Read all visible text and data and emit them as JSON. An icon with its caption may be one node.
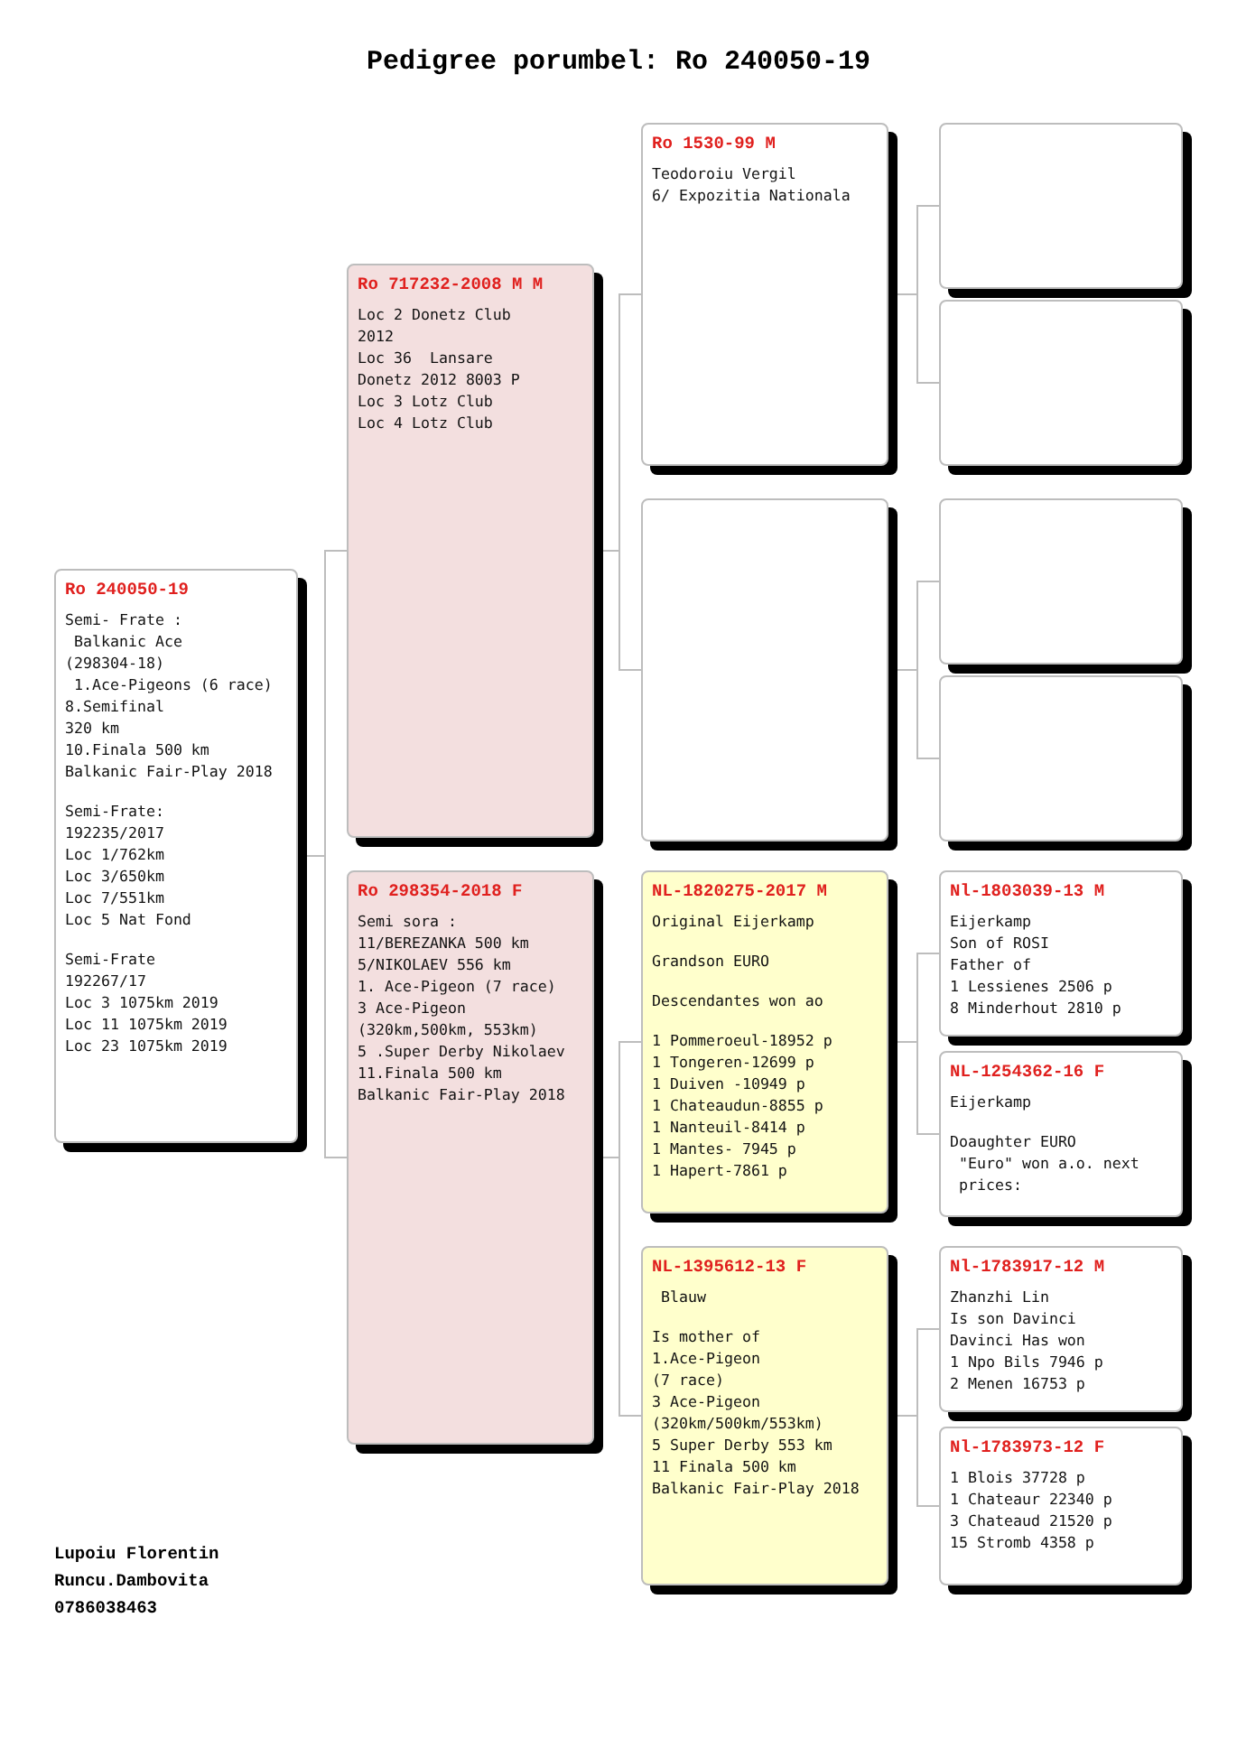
{
  "diagram": {
    "title": "Pedigree porumbel: Ro 240050-19",
    "nodes": [
      {
        "text": [
          "Ro 240050-19",
          "Semi- Frate :",
          "Balkanic Ace",
          "(298304-18)",
          "1.Ace-Pigeons (6 race)",
          "8.Semifinal",
          "320 km",
          "10.Finala 500 km",
          "Balkanic Fair-Play 2018",
          "Semi-Frate:",
          "192235/2017",
          "Loc 1/762km",
          "Loc 3/650km",
          "Loc 7/551km",
          "Loc 5 Nat Fond",
          "Semi-Frate",
          "192267/17",
          "Loc 3 1075km 2019",
          "Loc 11 1075km 2019",
          "Loc 23 1075km 2019"
        ]
      },
      {
        "text": [
          "Ro 717232-2008 M M",
          "Loc 2 Donetz Club",
          "2012",
          "Loc 36  Lansare",
          "Donetz 2012 8003 P",
          "Loc 3 Lotz Club",
          "Loc 4 Lotz Club"
        ]
      },
      {
        "text": [
          "Ro 298354-2018 F",
          "Semi sora :",
          "11/BEREZANKA 500 km",
          "5/NIKOLAEV 556 km",
          "1. Ace-Pigeon (7 race)",
          "3 Ace-Pigeon (320km,500km, 553km)",
          "5 .Super Derby Nikolaev",
          "11.Finala 500 km",
          "Balkanic Fair-Play 2018"
        ]
      },
      {
        "text": [
          "Ro 1530-99 M",
          "Teodoroiu Vergil",
          "6/ Expozitia Nationala"
        ]
      },
      {
        "text": [],
        "shape": "box"
      },
      {
        "text": [
          "NL-1820275-2017 M",
          "Original Eijerkamp",
          "Grandson EURO",
          "Descendantes won ao",
          "1 Pommeroeul-18952 p",
          "1 Tongeren-12699 p",
          "1 Duiven -10949 p",
          "1 Chateaudun-8855 p",
          "1 Nanteuil-8414 p",
          "1 Mantes- 7945 p",
          "1 Hapert-7861 p"
        ]
      },
      {
        "text": [
          "NL-1395612-13 F",
          "Blauw",
          "Is mother of",
          "1.Ace-Pigeon",
          "(7 race)",
          "3 Ace-Pigeon",
          "(320km/500km/553km)",
          "5 Super Derby 553 km",
          "11 Finala 500 km",
          "Balkanic Fair-Play 2018"
        ]
      },
      {
        "text": [],
        "shape": "box"
      },
      {
        "text": [],
        "shape": "box"
      },
      {
        "text": [],
        "shape": "box"
      },
      {
        "text": [],
        "shape": "box"
      },
      {
        "text": [
          "Nl-1803039-13 M",
          "Eijerkamp",
          "Son of ROSI",
          "Father of",
          "1 Lessienes 2506 p",
          "8 Minderhout 2810 p"
        ]
      },
      {
        "text": [
          "NL-1254362-16 F",
          "Eijerkamp",
          "Doaughter EURO",
          "\"Euro\" won a.o. next prices:"
        ]
      },
      {
        "text": [
          "Nl-1783917-12 M",
          "Zhanzhi Lin",
          "Is son Davinci",
          "Davinci Has won",
          "1 Npo Bils 7946 p",
          "2 Menen 16753 p"
        ]
      },
      {
        "text": [
          "Nl-1783973-12 F",
          "1 Blois 37728 p",
          "1 Chateaur 22340 p",
          "3 Chateaud 21520 p",
          "15 Stromb 4358 p"
        ]
      }
    ],
    "edges": [
      {
        "from": 0,
        "to": 1,
        "arrow": "none"
      },
      {
        "from": 0,
        "to": 2,
        "arrow": "none"
      },
      {
        "from": 1,
        "to": 3,
        "arrow": "none"
      },
      {
        "from": 1,
        "to": 4,
        "arrow": "none"
      },
      {
        "from": 2,
        "to": 5,
        "arrow": "none"
      },
      {
        "from": 2,
        "to": 6,
        "arrow": "none"
      },
      {
        "from": 3,
        "to": 7,
        "arrow": "none"
      },
      {
        "from": 3,
        "to": 8,
        "arrow": "none"
      },
      {
        "from": 4,
        "to": 9,
        "arrow": "none"
      },
      {
        "from": 4,
        "to": 10,
        "arrow": "none"
      },
      {
        "from": 5,
        "to": 11,
        "arrow": "none"
      },
      {
        "from": 5,
        "to": 12,
        "arrow": "none"
      },
      {
        "from": 6,
        "to": 13,
        "arrow": "none"
      },
      {
        "from": 6,
        "to": 14,
        "arrow": "none"
      }
    ],
    "labels": [
      "Lupoiu Florentin",
      "Runcu.Dambovita",
      "0786038463"
    ]
  }
}
